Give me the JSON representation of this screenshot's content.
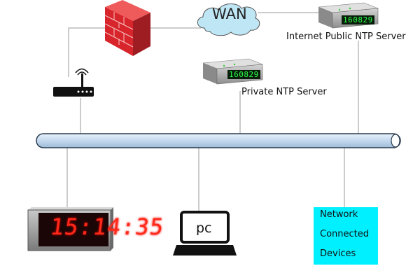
{
  "diagram": {
    "nodes": {
      "wan": {
        "label": "WAN",
        "icon": "cloud-icon"
      },
      "firewall": {
        "icon": "firewall-icon"
      },
      "router": {
        "icon": "router-icon"
      },
      "internet_ntp_server": {
        "label": "Internet Public NTP Server",
        "display": "160829",
        "icon": "ntp-server-icon"
      },
      "private_ntp_server": {
        "label": "Private NTP Server",
        "display": "160829",
        "icon": "ntp-server-icon"
      },
      "digital_clock": {
        "display": "15:14:35",
        "icon": "digital-clock-icon"
      },
      "pc": {
        "label": "pc",
        "icon": "laptop-icon"
      },
      "network_devices": {
        "lines": [
          "Network",
          "Connected",
          "Devices"
        ]
      }
    },
    "colors": {
      "network_bus": "#c7dbf0",
      "devices_box": "#00f0ff",
      "clock_digits": "#ff2a1a",
      "lcd_digits": "#2fff4a",
      "firewall": "#d8242b"
    }
  }
}
